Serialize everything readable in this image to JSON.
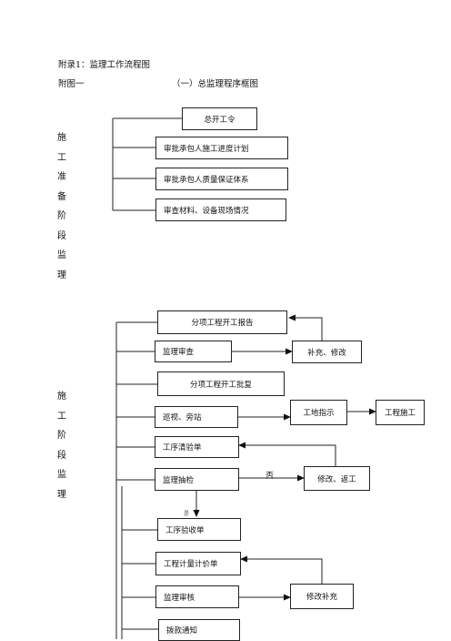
{
  "appendix_title": "附录1：监理工作流程图",
  "figure_label": "附图一",
  "section_title": "（一）总监理程序框图",
  "stage1": {
    "side_label": [
      "施",
      "工",
      "准",
      "备",
      "阶",
      "段",
      "监",
      "理"
    ],
    "boxes": [
      "总开工令",
      "审批承包人施工进度计划",
      "审批承包人质量保证体系",
      "审查材料、设备现场情况"
    ]
  },
  "stage2": {
    "side_label": [
      "施",
      "工",
      "阶",
      "段",
      "监",
      "理"
    ],
    "main": [
      "分项工程开工报告",
      "监理审查",
      "分项工程开工批复",
      "巡视、旁站",
      "工序清验单",
      "监理抽检",
      "工序验收单",
      "工程计量计价单",
      "监理审核",
      "拨款通知"
    ],
    "side": [
      "补充、修改",
      "工地指示",
      "工程施工",
      "修改、返工",
      "修改补充"
    ],
    "edge_no": "否",
    "edge_yes": "是"
  }
}
